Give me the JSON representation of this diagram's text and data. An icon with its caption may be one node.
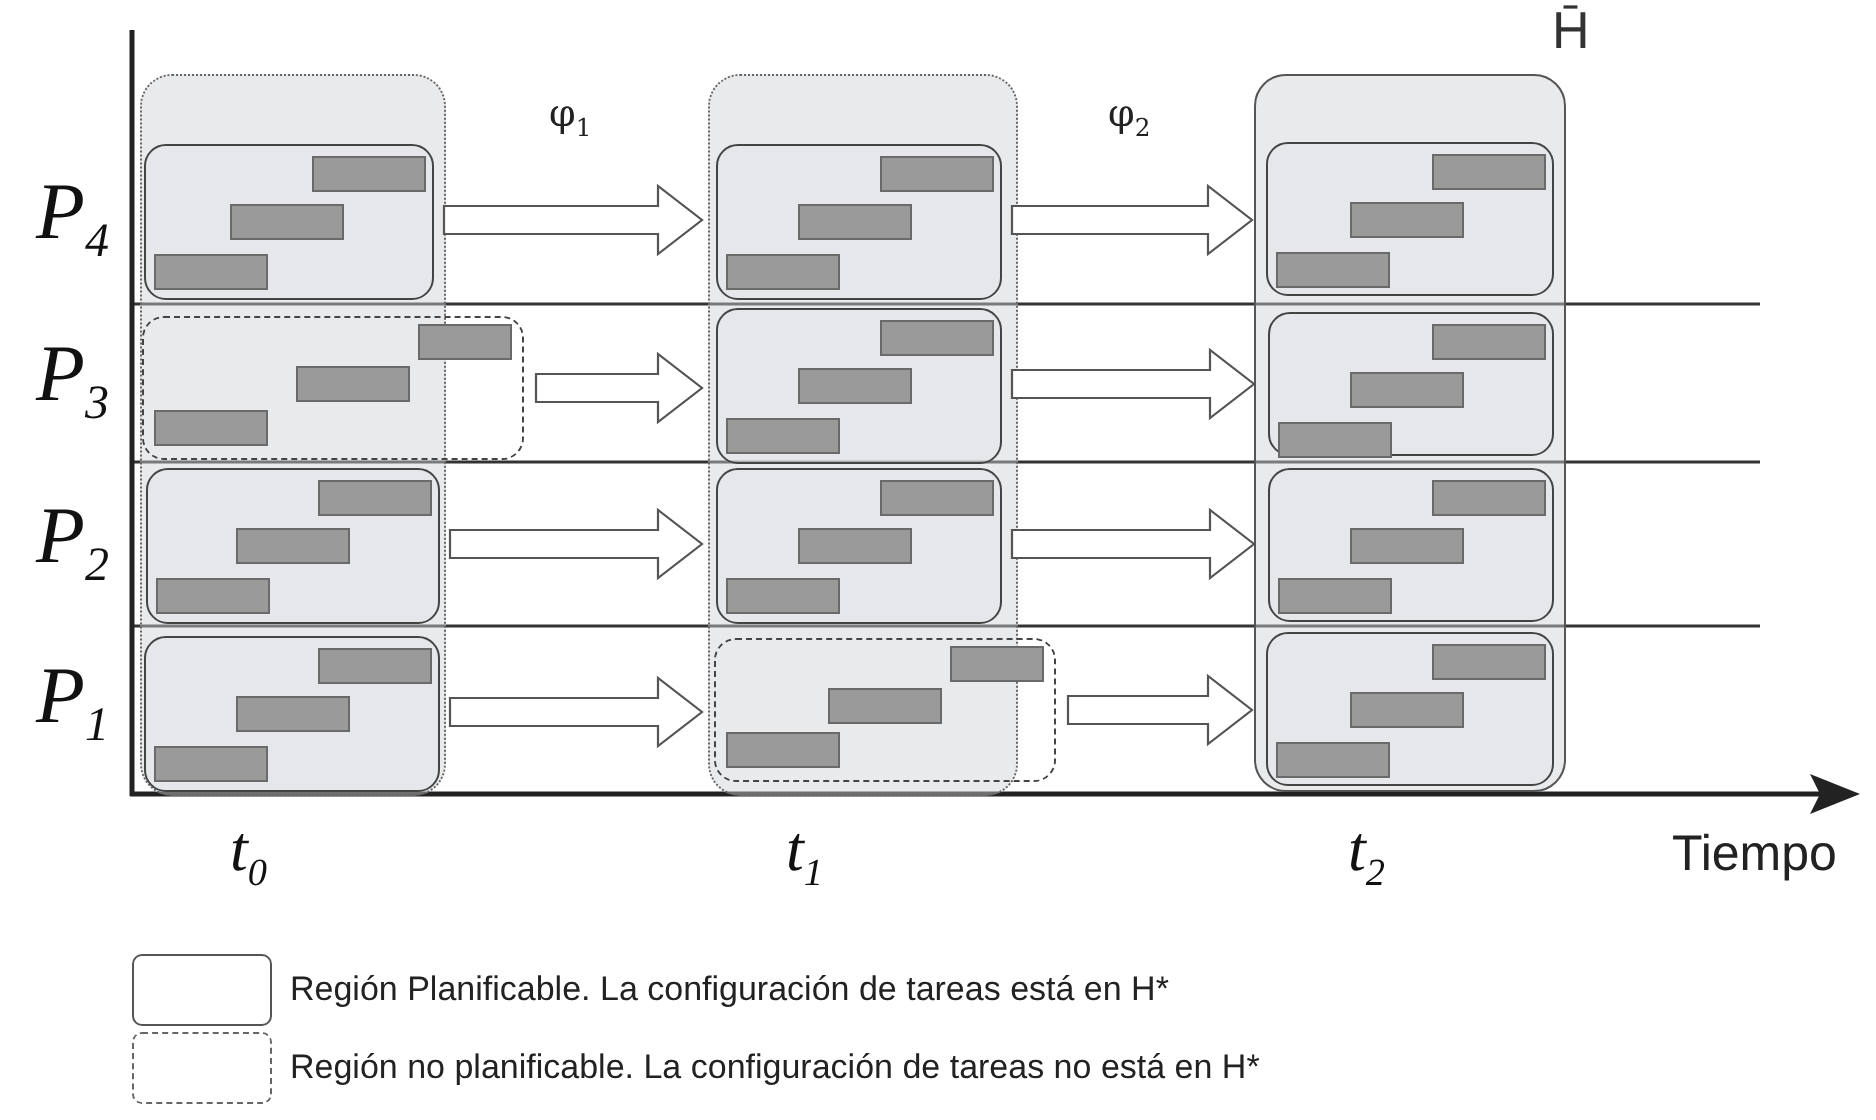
{
  "diagram": {
    "nodes": [
      {
        "text": [],
        "shape": "box"
      },
      {
        "text": [],
        "shape": "box",
        "in": 0
      },
      {
        "text": [],
        "shape": "box"
      },
      {
        "text": [],
        "shape": "box",
        "in": 0
      },
      {
        "text": [],
        "shape": "box",
        "in": 0
      },
      {
        "text": [],
        "shape": "box"
      },
      {
        "text": [],
        "shape": "box",
        "in": 5
      },
      {
        "text": [],
        "shape": "box",
        "in": 5
      },
      {
        "text": [],
        "shape": "box",
        "in": 5
      },
      {
        "text": [],
        "shape": "box"
      },
      {
        "text": [
          "H̄"
        ]
      },
      {
        "text": [],
        "shape": "box",
        "in": 10
      },
      {
        "text": [],
        "shape": "box",
        "in": 10
      },
      {
        "text": [],
        "shape": "box",
        "in": 10
      },
      {
        "text": [],
        "shape": "box",
        "in": 10
      }
    ],
    "edges": [
      {
        "from": 1,
        "to": 6,
        "arrow": "to",
        "label": "φ$_{1}$"
      },
      {
        "from": 6,
        "to": 11,
        "arrow": "to",
        "label": "φ$_{2}$"
      },
      {
        "from": 2,
        "to": 7,
        "arrow": "to"
      },
      {
        "from": 7,
        "to": 12,
        "arrow": "to"
      },
      {
        "from": 3,
        "to": 8,
        "arrow": "to"
      },
      {
        "from": 8,
        "to": 13,
        "arrow": "to"
      },
      {
        "from": 4,
        "to": 9,
        "arrow": "to"
      },
      {
        "from": 9,
        "to": 14,
        "arrow": "to"
      }
    ],
    "labels": [
      "P$_{4}$",
      "P$_{3}$",
      "P$_{2}$",
      "P$_{1}$",
      "t$_{0}$",
      "t$_{1}$",
      "t$_{2}$",
      "Tiempo"
    ],
    "legend": [
      {
        "text": "Región Planificable. La configuración de tareas está en H*"
      },
      {
        "text": "Región no planificable. La configuración de tareas no está en H*"
      }
    ]
  }
}
